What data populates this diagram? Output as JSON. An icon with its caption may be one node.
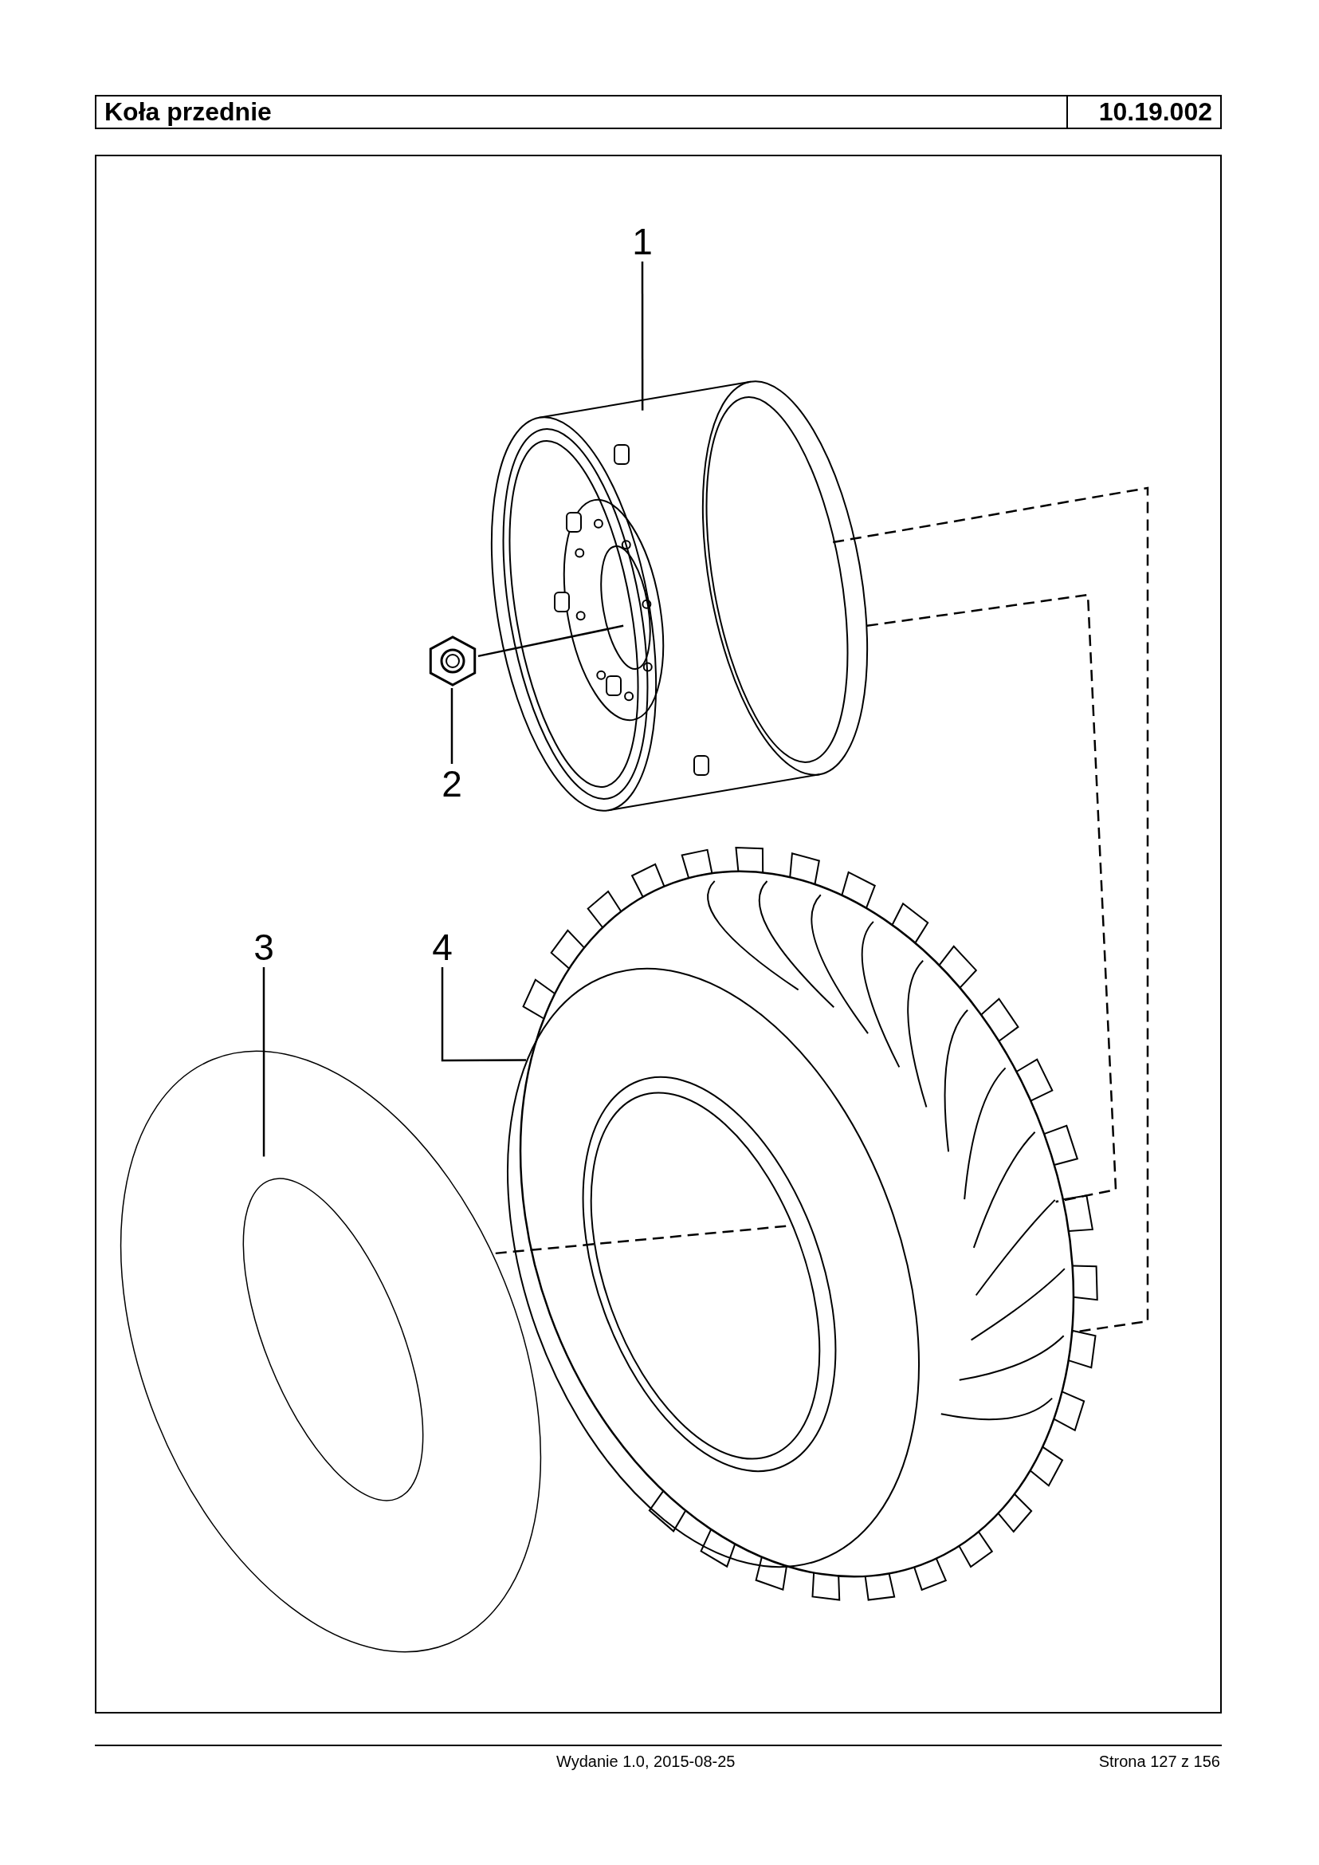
{
  "diagram": {
    "title": "Koła przednie",
    "nodes": [
      {
        "text": [
          "1"
        ]
      },
      {
        "text": [],
        "shape": "picture"
      },
      {
        "text": [
          "2"
        ]
      },
      {
        "text": [],
        "shape": "picture"
      },
      {
        "text": [
          "3"
        ]
      },
      {
        "text": [],
        "shape": "picture"
      },
      {
        "text": [
          "4"
        ]
      },
      {
        "text": [],
        "shape": "picture"
      }
    ],
    "edges": [
      {
        "from": 0,
        "to": 1,
        "arrow": "none"
      },
      {
        "from": 2,
        "to": 3,
        "arrow": "none"
      },
      {
        "from": 4,
        "to": 5,
        "arrow": "none"
      },
      {
        "from": 6,
        "to": 7,
        "arrow": "none"
      },
      {
        "from": 3,
        "to": 1,
        "arrow": "none"
      },
      {
        "from": 1,
        "to": 7,
        "arrow": "none",
        "style": "dashed"
      },
      {
        "from": 1,
        "to": 7,
        "arrow": "none",
        "style": "dashed"
      },
      {
        "from": 5,
        "to": 7,
        "arrow": "none",
        "style": "dashed"
      }
    ],
    "labels": [
      "10.19.002",
      "Wydanie 1.0, 2015-08-25",
      "Strona 127 z 156"
    ]
  }
}
